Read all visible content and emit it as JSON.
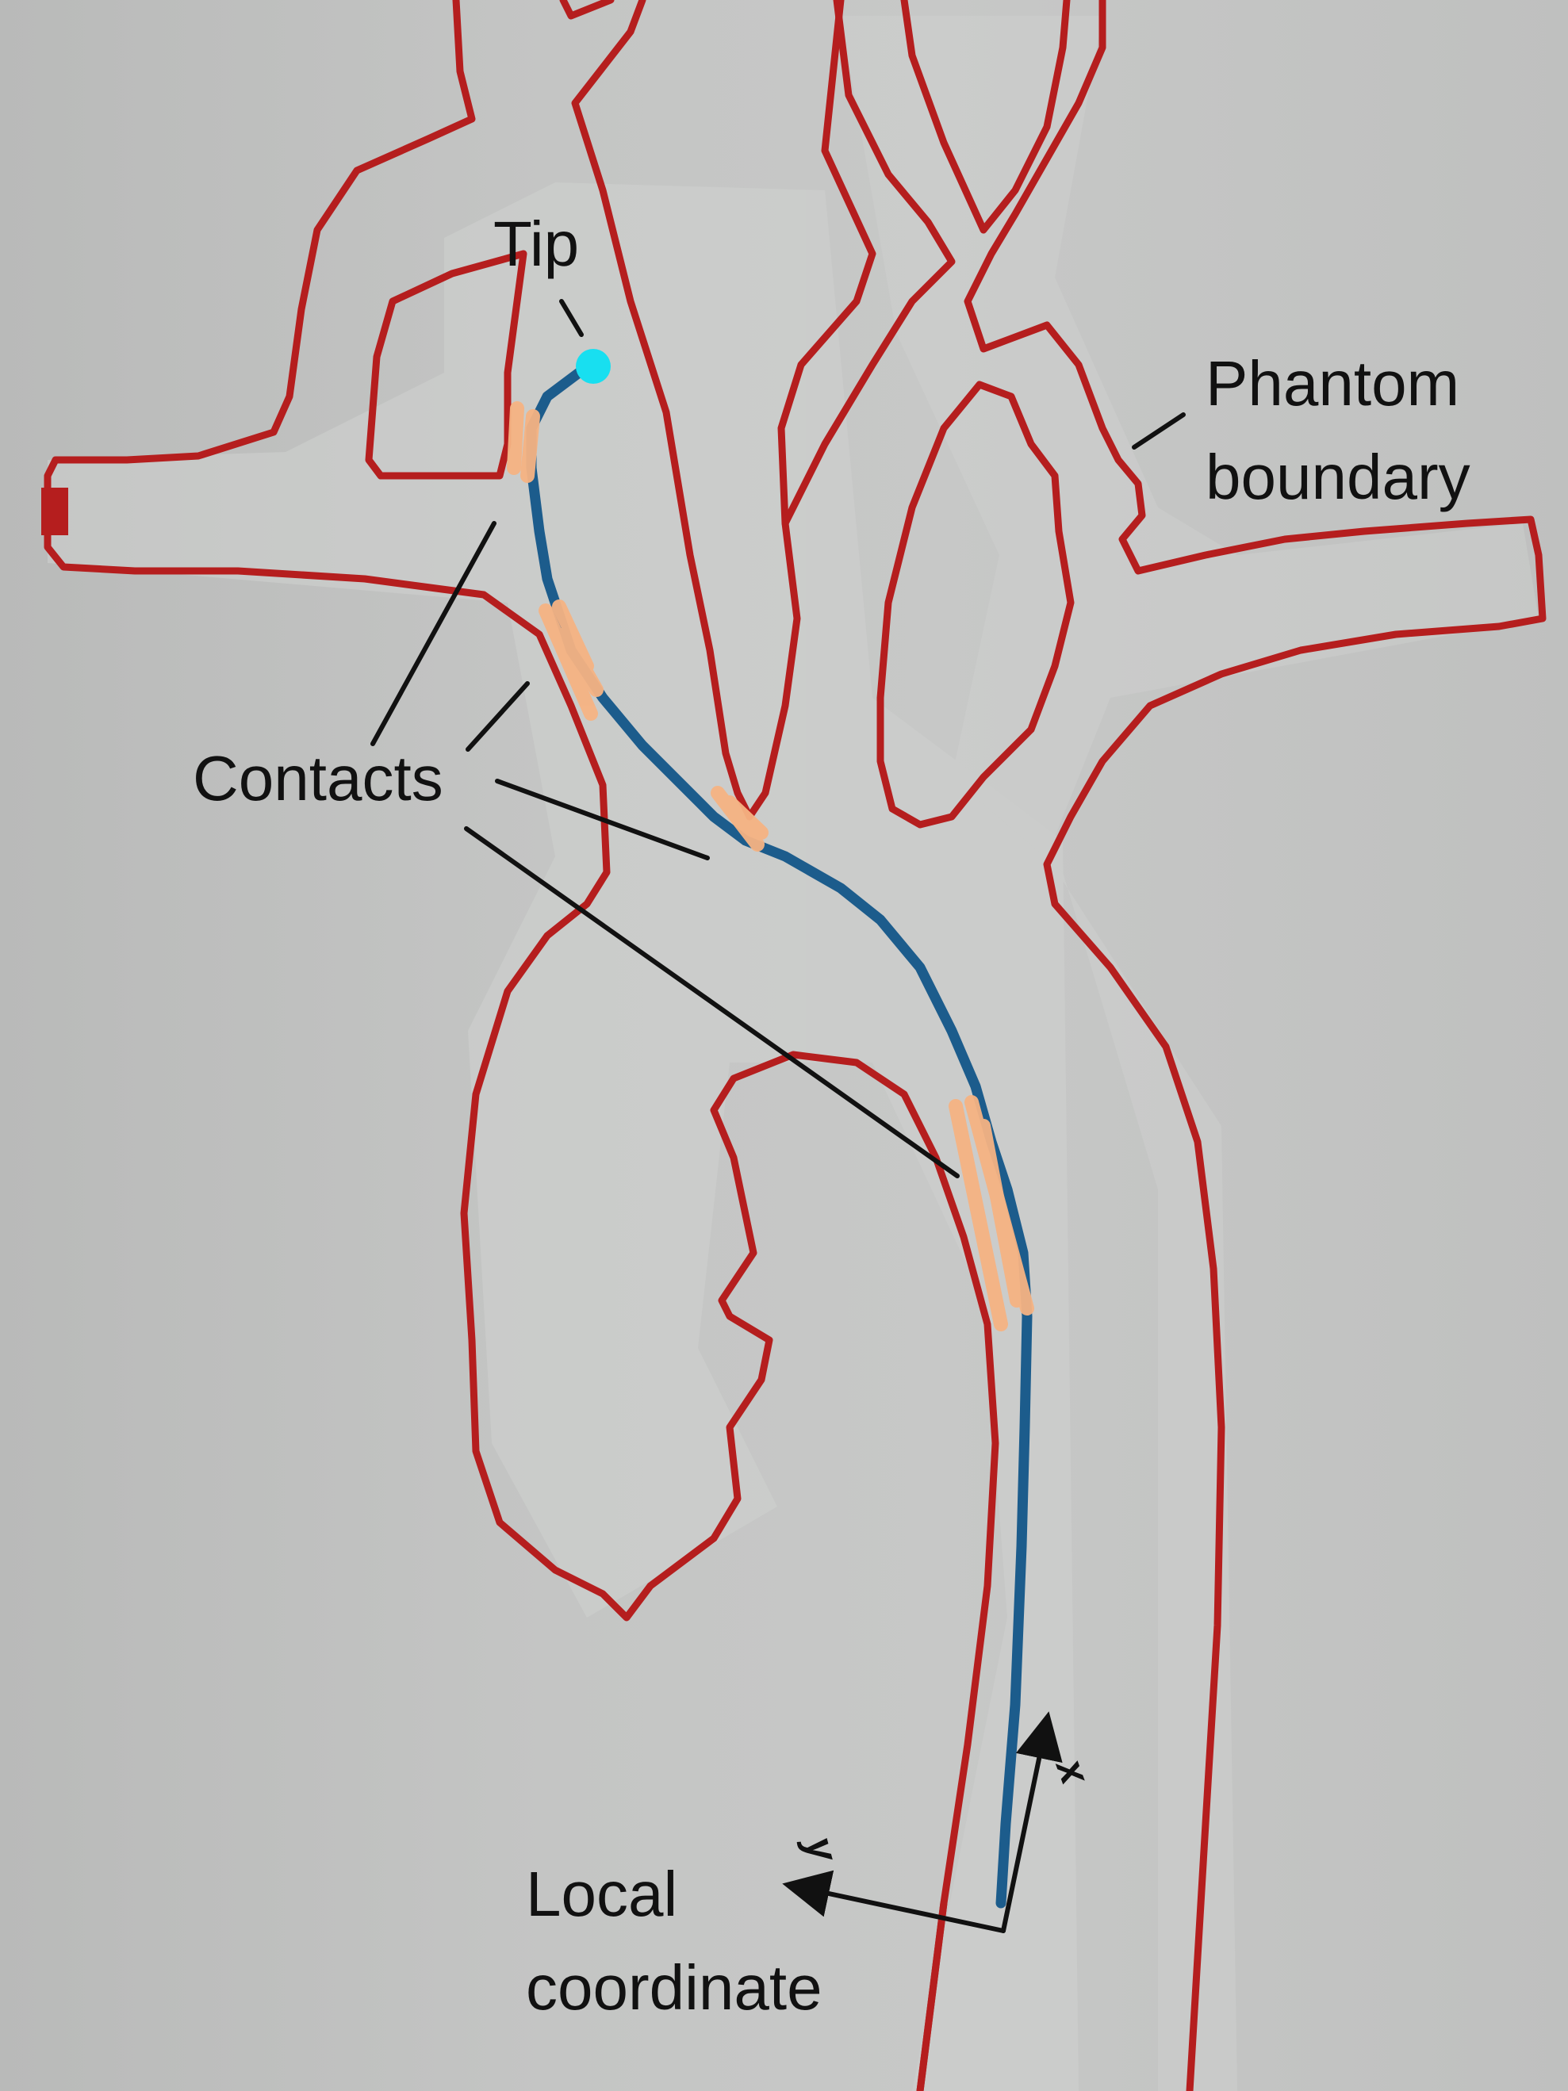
{
  "annotations": {
    "tip": "Tip",
    "phantom_line1": "Phantom",
    "phantom_line2": "boundary",
    "contacts": "Contacts",
    "local_line1": "Local",
    "local_line2": "coordinate",
    "axis_x": "x",
    "axis_y": "y"
  },
  "colors": {
    "boundary": "#b51e1e",
    "guidewire": "#1c5c8c",
    "contact": "#f6b383",
    "tip_marker": "#18dff0",
    "leader_line": "#111111"
  }
}
